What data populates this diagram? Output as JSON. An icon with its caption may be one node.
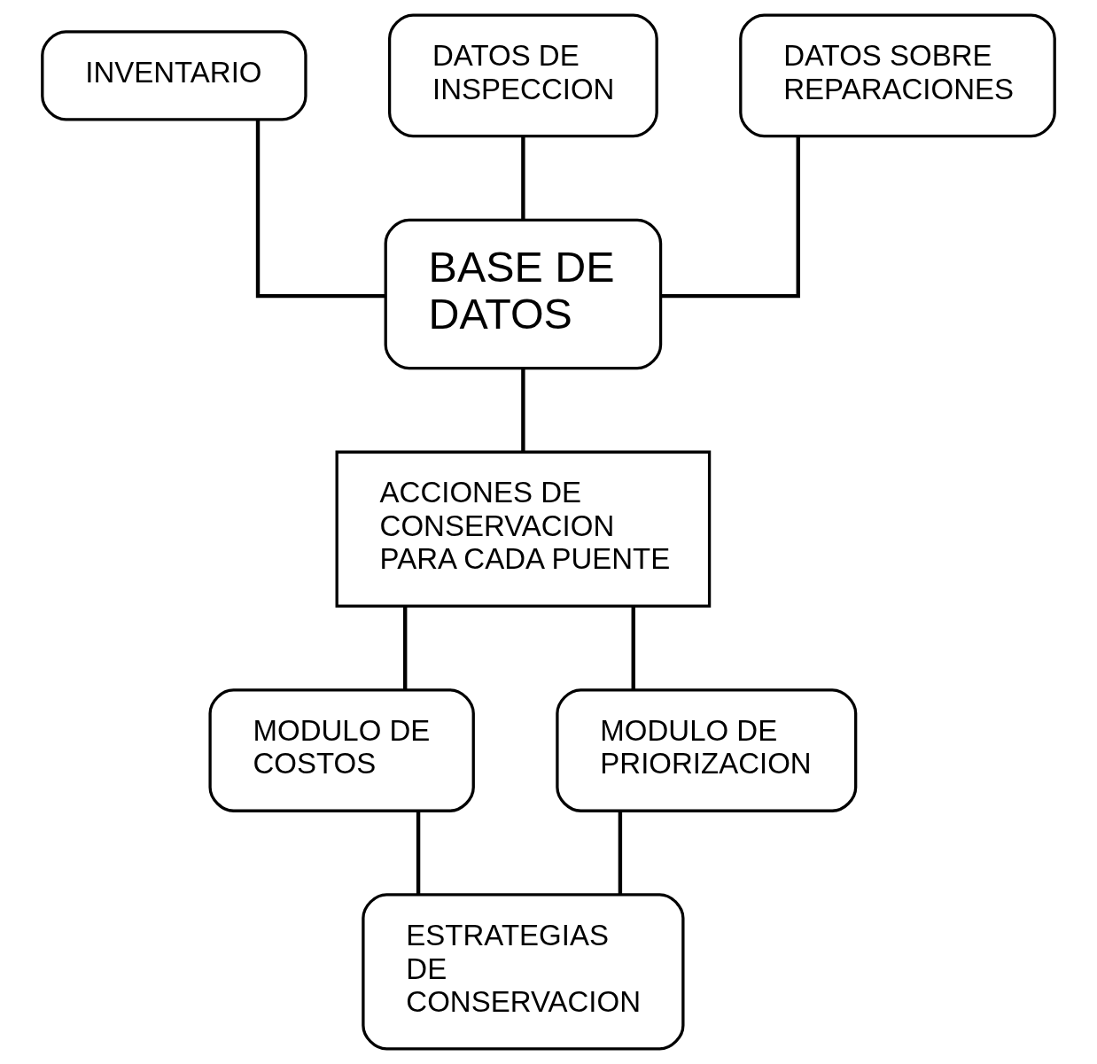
{
  "diagram": {
    "nodes": [
      {
        "text": [
          "INVENTARIO"
        ]
      },
      {
        "text": [
          "DATOS DE INSPECCION"
        ]
      },
      {
        "text": [
          "DATOS SOBRE REPARACIONES"
        ]
      },
      {
        "text": [
          "BASE DE DATOS"
        ]
      },
      {
        "text": [
          "ACCIONES DE CONSERVACION PARA CADA PUENTE"
        ]
      },
      {
        "text": [
          "MODULO DE COSTOS"
        ]
      },
      {
        "text": [
          "MODULO DE PRIORIZACION"
        ]
      },
      {
        "text": [
          "ESTRATEGIAS DE CONSERVACION"
        ]
      }
    ],
    "edges": [
      {
        "from": 0,
        "to": 3,
        "arrow": "none"
      },
      {
        "from": 1,
        "to": 3,
        "arrow": "none"
      },
      {
        "from": 2,
        "to": 3,
        "arrow": "none"
      },
      {
        "from": 3,
        "to": 4,
        "arrow": "none"
      },
      {
        "from": 4,
        "to": 5,
        "arrow": "none"
      },
      {
        "from": 4,
        "to": 6,
        "arrow": "none"
      },
      {
        "from": 5,
        "to": 7,
        "arrow": "none"
      },
      {
        "from": 6,
        "to": 7,
        "arrow": "none"
      }
    ]
  }
}
